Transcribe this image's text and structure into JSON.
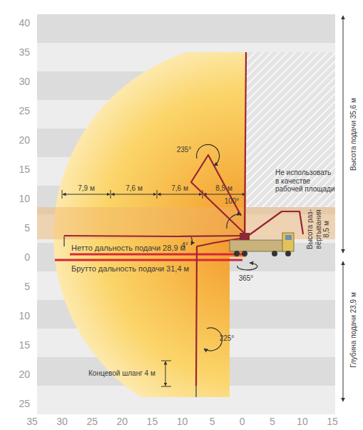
{
  "diagram": {
    "labels": [
      "235°",
      "7,9 м",
      "7,6 м",
      "7,6 м",
      "8,5 м",
      "Не использовать в качестве рабочей площади",
      "100°",
      "4°",
      "Нетто дальность подачи 28,9 м",
      "Брутто дальность подачи 31,4 м",
      "365°",
      "225°",
      "Концевой шланг 4 м",
      "Высота раз- вёртывания 8,5 м",
      "Высота подачи 35,6 м",
      "Глубина подачи 23,9 м",
      "40",
      "35",
      "30",
      "25",
      "20",
      "15",
      "10",
      "5",
      "0",
      "5",
      "10",
      "15",
      "20",
      "25",
      "35",
      "30",
      "25",
      "20",
      "15",
      "10",
      "5",
      "0",
      "5",
      "10",
      "15"
    ]
  }
}
